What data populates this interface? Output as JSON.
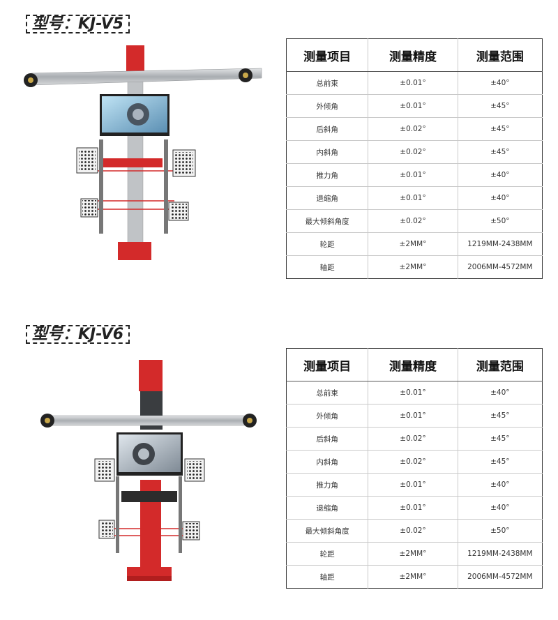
{
  "sections": [
    {
      "model_label": "型号：KJ-V5",
      "headers": [
        "测量项目",
        "测量精度",
        "测量范围"
      ],
      "rows": [
        [
          "总前束",
          "±0.01°",
          "±40°"
        ],
        [
          "外倾角",
          "±0.01°",
          "±45°"
        ],
        [
          "后斜角",
          "±0.02°",
          "±45°"
        ],
        [
          "内斜角",
          "±0.02°",
          "±45°"
        ],
        [
          "推力角",
          "±0.01°",
          "±40°"
        ],
        [
          "退缩角",
          "±0.01°",
          "±40°"
        ],
        [
          "最大倾斜角度",
          "±0.02°",
          "±50°"
        ],
        [
          "轮距",
          "±2MM°",
          "1219MM-2438MM"
        ],
        [
          "轴距",
          "±2MM°",
          "2006MM-4572MM"
        ]
      ]
    },
    {
      "model_label": "型号：KJ-V6",
      "headers": [
        "测量项目",
        "测量精度",
        "测量范围"
      ],
      "rows": [
        [
          "总前束",
          "±0.01°",
          "±40°"
        ],
        [
          "外倾角",
          "±0.01°",
          "±45°"
        ],
        [
          "后斜角",
          "±0.02°",
          "±45°"
        ],
        [
          "内斜角",
          "±0.02°",
          "±45°"
        ],
        [
          "推力角",
          "±0.01°",
          "±40°"
        ],
        [
          "退缩角",
          "±0.01°",
          "±40°"
        ],
        [
          "最大倾斜角度",
          "±0.02°",
          "±50°"
        ],
        [
          "轮距",
          "±2MM°",
          "1219MM-2438MM"
        ],
        [
          "轴距",
          "±2MM°",
          "2006MM-4572MM"
        ]
      ]
    }
  ],
  "colors": {
    "machine_red": "#d32a2a",
    "beam_silver": "#b9bcbf",
    "column_dark": "#3a3d40",
    "target_white": "#f2f2f2"
  }
}
